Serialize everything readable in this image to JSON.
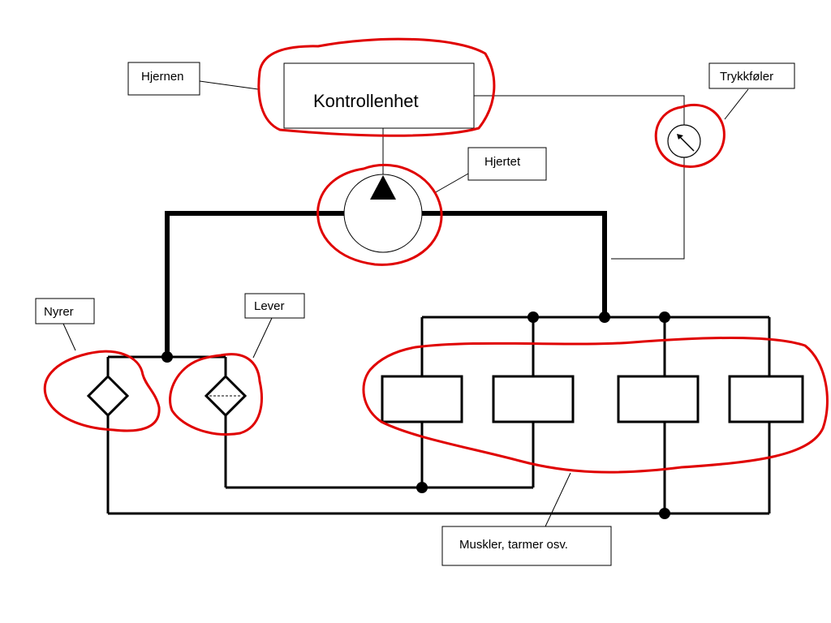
{
  "labels": {
    "brain": "Hjernen",
    "control_unit": "Kontrollenhet",
    "pressure_sensor": "Trykkføler",
    "heart": "Hjertet",
    "kidneys": "Nyrer",
    "liver": "Lever",
    "muscles": "Muskler, tarmer osv."
  },
  "colors": {
    "line": "#000000",
    "highlight": "#e00000",
    "background": "#ffffff"
  }
}
